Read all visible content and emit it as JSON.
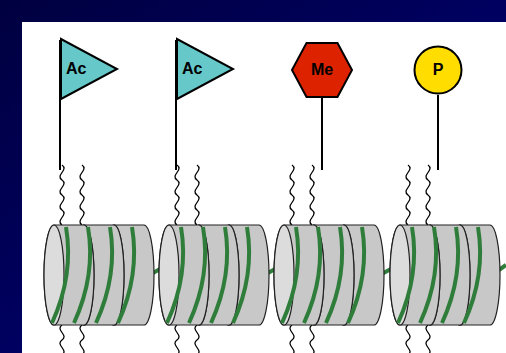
{
  "diagram": {
    "nodes": [
      {
        "text": [
          "Ac"
        ]
      },
      {
        "text": [
          "Ac"
        ]
      },
      {
        "text": [
          "Me"
        ]
      },
      {
        "text": [
          "P"
        ]
      }
    ]
  }
}
